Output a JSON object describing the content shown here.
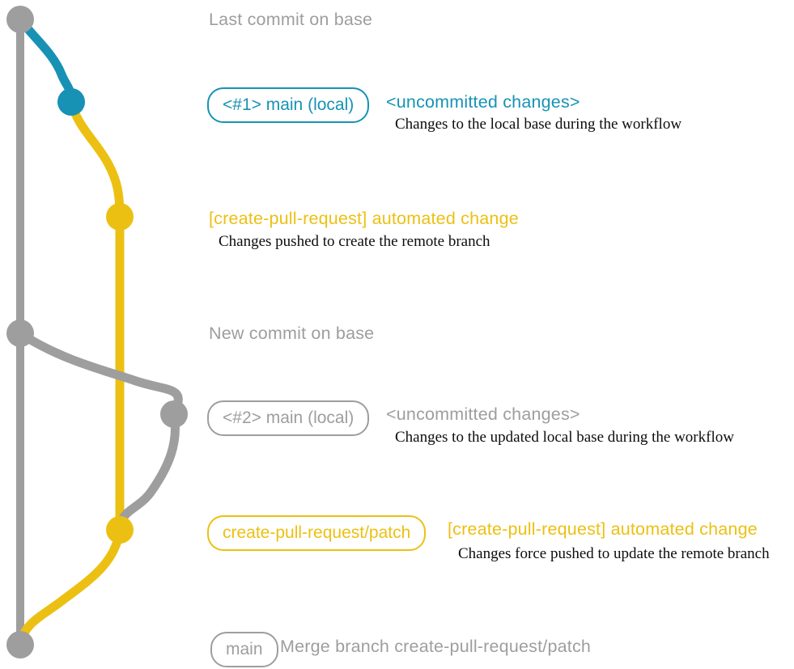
{
  "colors": {
    "teal": "#1792b5",
    "gold": "#ecc013",
    "gray": "#9e9e9e",
    "desc_text": "#0d0d0d",
    "background": "#ffffff"
  },
  "graph": {
    "branches": [
      "base",
      "main (local)",
      "create-pull-request/patch"
    ],
    "commits": [
      {
        "id": "last-commit-on-base",
        "branch": "base",
        "color": "gray"
      },
      {
        "id": "uncommitted-changes-1",
        "branch": "main (local)",
        "color": "teal"
      },
      {
        "id": "automated-change-1",
        "branch": "create-pull-request/patch",
        "color": "gold"
      },
      {
        "id": "new-commit-on-base",
        "branch": "base",
        "color": "gray"
      },
      {
        "id": "uncommitted-changes-2",
        "branch": "main (local)",
        "color": "gray"
      },
      {
        "id": "automated-change-2",
        "branch": "create-pull-request/patch",
        "color": "gold"
      },
      {
        "id": "merge-commit",
        "branch": "base",
        "color": "gray"
      }
    ]
  },
  "annotations": {
    "last_commit": {
      "label": "Last commit on base"
    },
    "row1": {
      "badge": "<#1> main (local)",
      "title": "<uncommitted changes>",
      "description": "Changes to the local base during the workflow"
    },
    "row2": {
      "title": "[create-pull-request] automated change",
      "description": "Changes pushed to create the remote branch"
    },
    "new_commit": {
      "label": "New commit on base"
    },
    "row3": {
      "badge": "<#2> main (local)",
      "title": "<uncommitted changes>",
      "description": "Changes to the updated local base during the workflow"
    },
    "row4": {
      "badge": "create-pull-request/patch",
      "title": "[create-pull-request] automated change",
      "description": "Changes force pushed to update the remote branch"
    },
    "row5": {
      "badge": "main",
      "title": "Merge branch create-pull-request/patch"
    }
  }
}
